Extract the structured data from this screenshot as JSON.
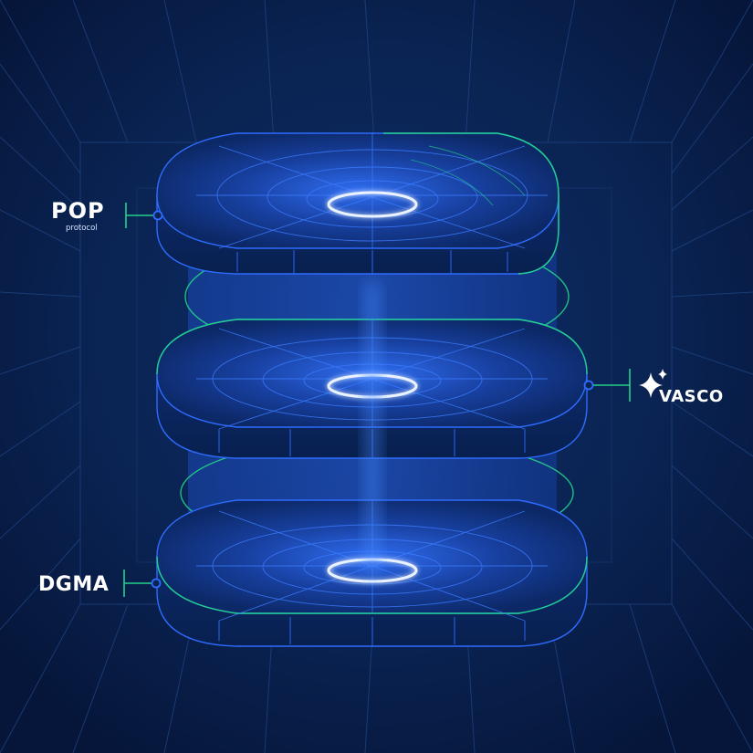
{
  "brands": {
    "top": {
      "name": "POP",
      "subtitle": "protocol",
      "icon": "pop-logo"
    },
    "middle": {
      "name": "VASCO",
      "icon": "sparkle-icon"
    },
    "bottom": {
      "name": "DGMA",
      "icon": "dgma-logo"
    }
  },
  "colors": {
    "background": "#071a3a",
    "grid": "#1c3f7a",
    "disc_outline": "#2e6cff",
    "accent_green": "#22d08a",
    "glow": "#5aa0ff",
    "ring": "#eaf3ff"
  },
  "layers": [
    {
      "label": "POP"
    },
    {
      "label": "VASCO"
    },
    {
      "label": "DGMA"
    }
  ]
}
